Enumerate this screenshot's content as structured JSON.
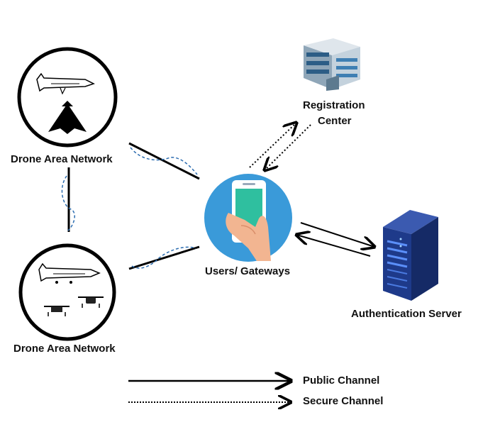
{
  "nodes": {
    "drone_network_top": "Drone  Area Network",
    "drone_network_bottom": "Drone Area Network",
    "users_gateways": "Users/ Gateways",
    "registration_center_line1": "Registration",
    "registration_center_line2": "Center",
    "authentication_server": "Authentication Server"
  },
  "legend": {
    "public_channel": "Public Channel",
    "secure_channel": "Secure Channel"
  },
  "icons": {
    "drone_top": "drone-icon",
    "drone_bottom": "drone-icon",
    "phone": "smartphone-icon",
    "registration": "building-icon",
    "server": "server-rack-icon"
  },
  "colors": {
    "phone_circle": "#3a9ad9",
    "phone_screen": "#2fbf9f",
    "server": "#1e3a8a",
    "server_light": "#5b8ff9",
    "link_dash": "#2b6cb0"
  }
}
